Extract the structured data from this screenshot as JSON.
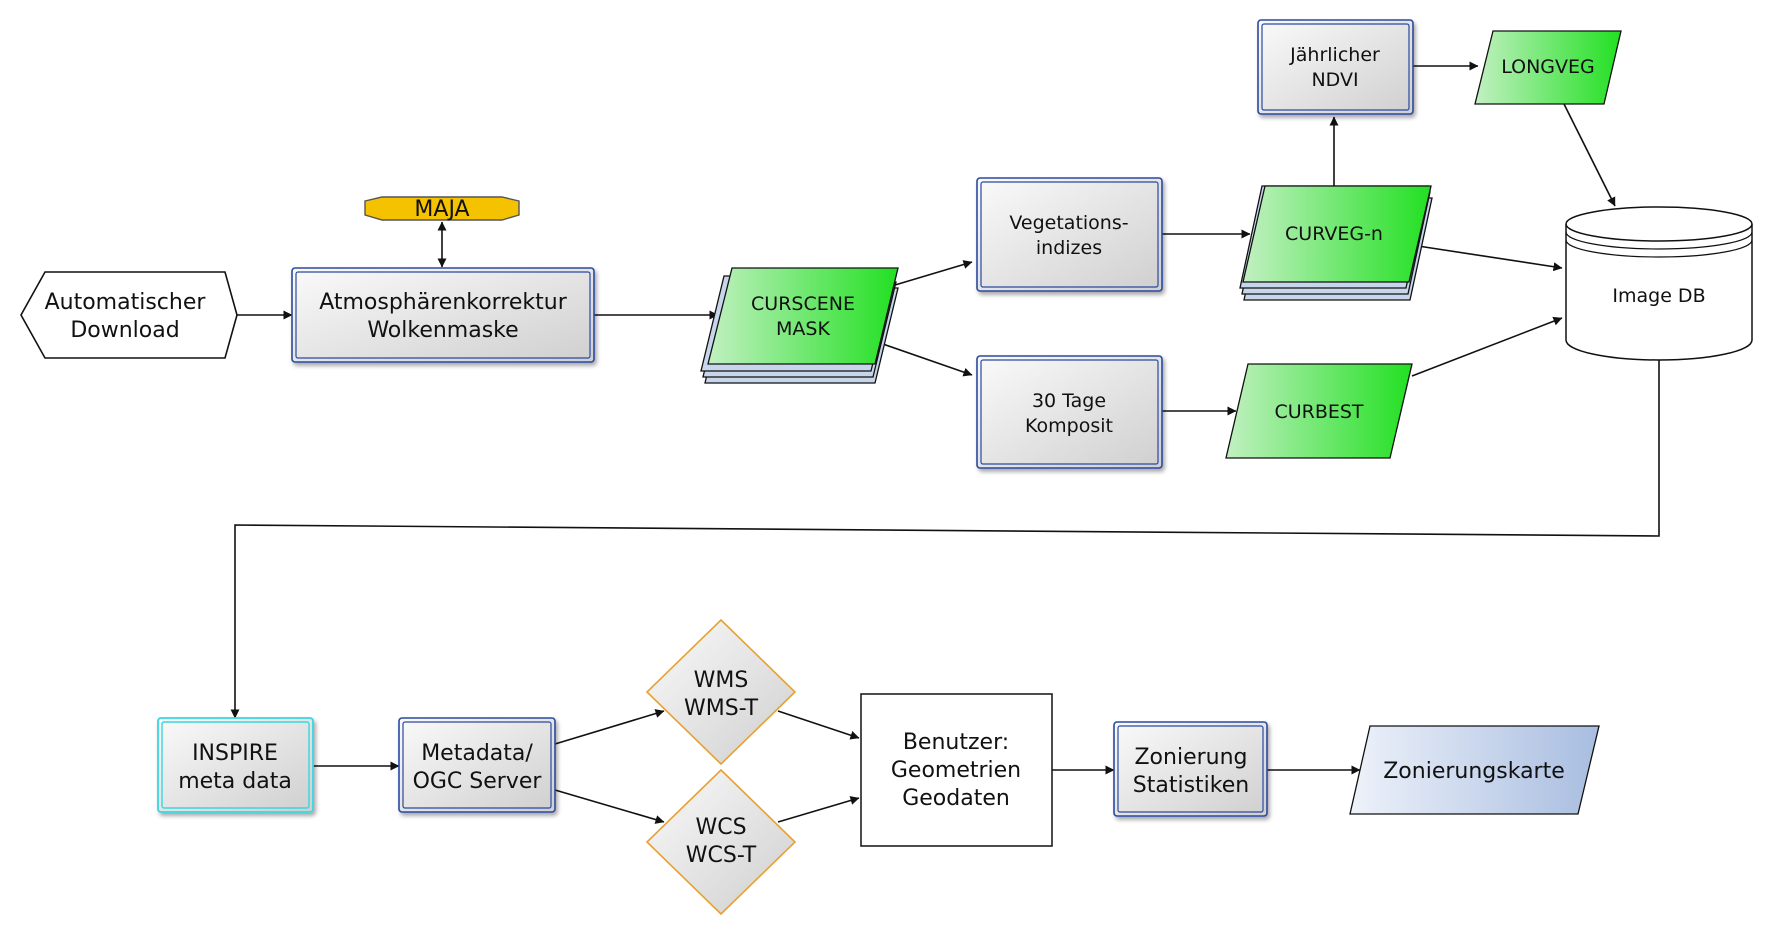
{
  "nodes": {
    "download": {
      "lines": [
        "Automatischer",
        "Download"
      ]
    },
    "maja": {
      "lines": [
        "MAJA"
      ]
    },
    "atmos": {
      "lines": [
        "Atmosphärenkorrektur",
        "Wolkenmaske"
      ]
    },
    "curscene": {
      "lines": [
        "CURSCENE",
        "MASK"
      ]
    },
    "vegindex": {
      "lines": [
        "Vegetations-",
        "indizes"
      ]
    },
    "komposit": {
      "lines": [
        "30 Tage",
        "Komposit"
      ]
    },
    "curveg": {
      "lines": [
        "CURVEG-n"
      ]
    },
    "curbest": {
      "lines": [
        "CURBEST"
      ]
    },
    "ndvi": {
      "lines": [
        "Jährlicher",
        "NDVI"
      ]
    },
    "longveg": {
      "lines": [
        "LONGVEG"
      ]
    },
    "imagedb": {
      "lines": [
        "Image DB"
      ]
    },
    "inspire": {
      "lines": [
        "INSPIRE",
        "meta data"
      ]
    },
    "metadata": {
      "lines": [
        "Metadata/",
        "OGC Server"
      ]
    },
    "wms": {
      "lines": [
        "WMS",
        "WMS-T"
      ]
    },
    "wcs": {
      "lines": [
        "WCS",
        "WCS-T"
      ]
    },
    "benutzer": {
      "lines": [
        "Benutzer:",
        "Geometrien",
        "Geodaten"
      ]
    },
    "zonierung": {
      "lines": [
        "Zonierung",
        "Statistiken"
      ]
    },
    "zonkarte": {
      "lines": [
        "Zonierungskarte"
      ]
    }
  },
  "colors": {
    "process_border": "#2b4aa0",
    "green_fill": "#3ee83e",
    "maja_fill": "#f5c200",
    "inspire_border": "#38d6e0",
    "diamond_border": "#e8a030",
    "output_fill": "#a8bde0"
  }
}
